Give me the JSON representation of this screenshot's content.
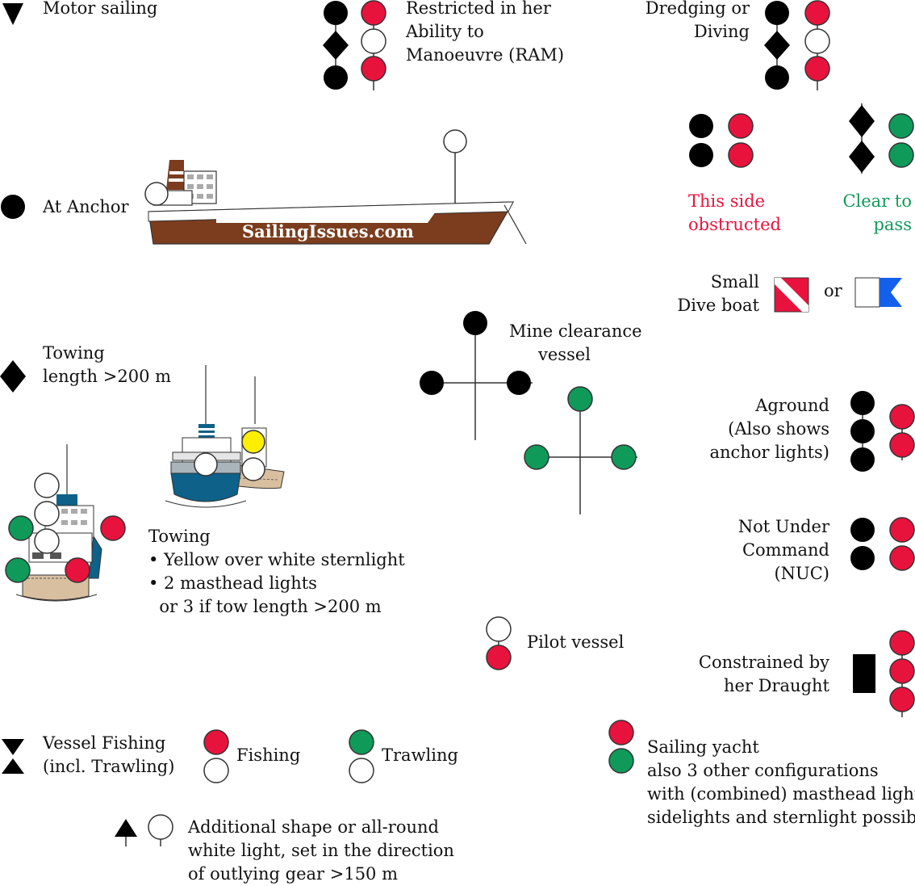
{
  "labels": {
    "motor_sailing": "Motor sailing",
    "ram": [
      "Restricted in her",
      "Ability to",
      "Manoeuvre (RAM)"
    ],
    "dredging": [
      "Dredging or",
      "Diving"
    ],
    "at_anchor": "At Anchor",
    "watermark": "SailingIssues.com",
    "this_side": [
      "This side",
      "obstructed"
    ],
    "clear_to_pass": [
      "Clear to",
      "pass"
    ],
    "dive_boat": [
      "Small",
      "Dive boat"
    ],
    "or": "or",
    "mine_clearance": [
      "Mine clearance",
      "vessel"
    ],
    "towing_long": [
      "Towing",
      "length >200 m"
    ],
    "aground": [
      "Aground",
      "(Also shows",
      "anchor lights)"
    ],
    "towing": [
      "Towing",
      "• Yellow over white sternlight",
      "• 2 masthead lights",
      "  or 3 if tow length >200 m"
    ],
    "nuc": [
      "Not Under",
      "Command",
      "(NUC)"
    ],
    "pilot": "Pilot vessel",
    "draught": [
      "Constrained by",
      "her Draught"
    ],
    "fishing_shape": [
      "Vessel Fishing",
      "(incl. Trawling)"
    ],
    "fishing": "Fishing",
    "trawling": "Trawling",
    "sailing_yacht": [
      "Sailing yacht",
      "also 3 other configurations",
      "with (combined) masthead lights,",
      "sidelights and sternlight possible"
    ],
    "additional": [
      "Additional shape or all-round",
      "white light, set in the direction",
      "of outlying gear >150 m"
    ]
  },
  "colors": {
    "red": "#e8133d",
    "green": "#0f9a5a",
    "black": "#000000",
    "yellow": "#ffee00",
    "hull_brown": "#7b3d1e",
    "hull_blue": "#0e6188"
  }
}
